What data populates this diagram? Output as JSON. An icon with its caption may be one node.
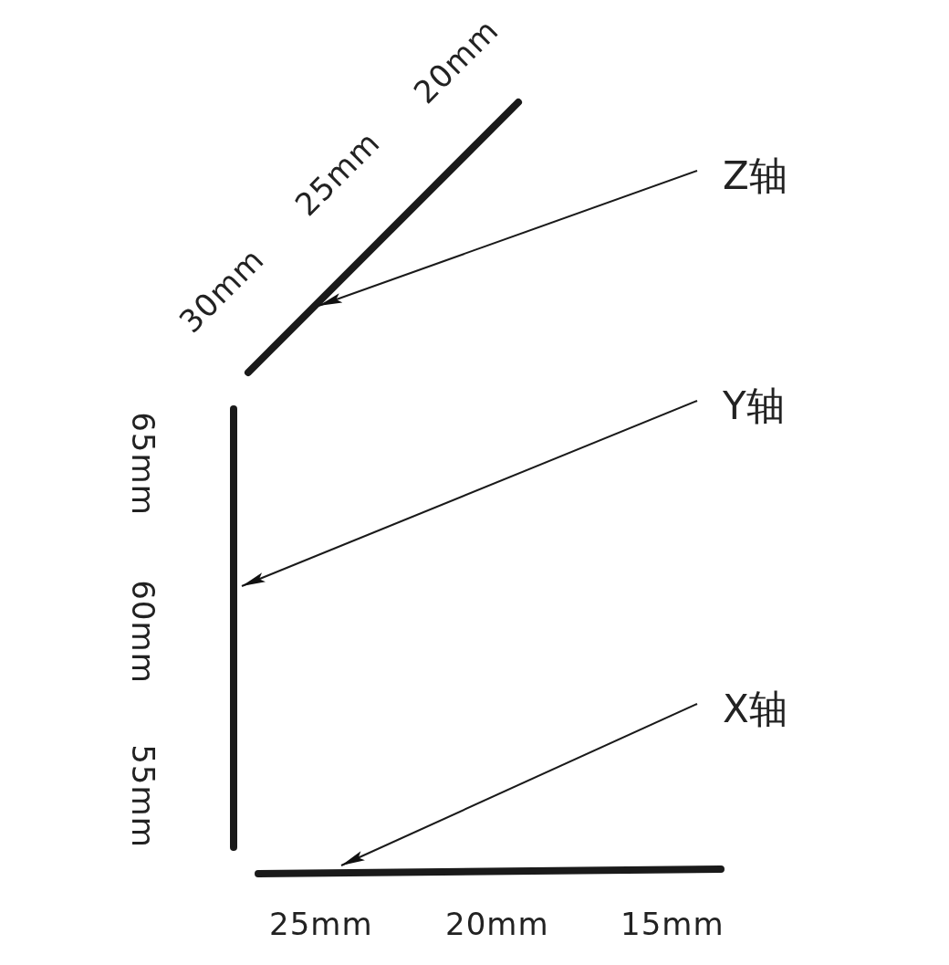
{
  "diagram": {
    "nodes": [
      {
        "text": [],
        "shape": "bar"
      },
      {
        "text": [
          "Z轴"
        ]
      },
      {
        "text": [],
        "shape": "bar"
      },
      {
        "text": [
          "Y轴"
        ]
      },
      {
        "text": [
          "X轴"
        ]
      },
      {
        "text": [],
        "shape": "bar"
      }
    ],
    "edges": [
      {
        "from": 1,
        "to": 0,
        "arrow": "to"
      },
      {
        "from": 3,
        "to": 2,
        "arrow": "to"
      },
      {
        "from": 4,
        "to": 5,
        "arrow": "to"
      }
    ],
    "labels": [
      "20mm",
      "25mm",
      "30mm",
      "65mm",
      "60mm",
      "55mm",
      "25mm",
      "20mm",
      "15mm"
    ]
  }
}
